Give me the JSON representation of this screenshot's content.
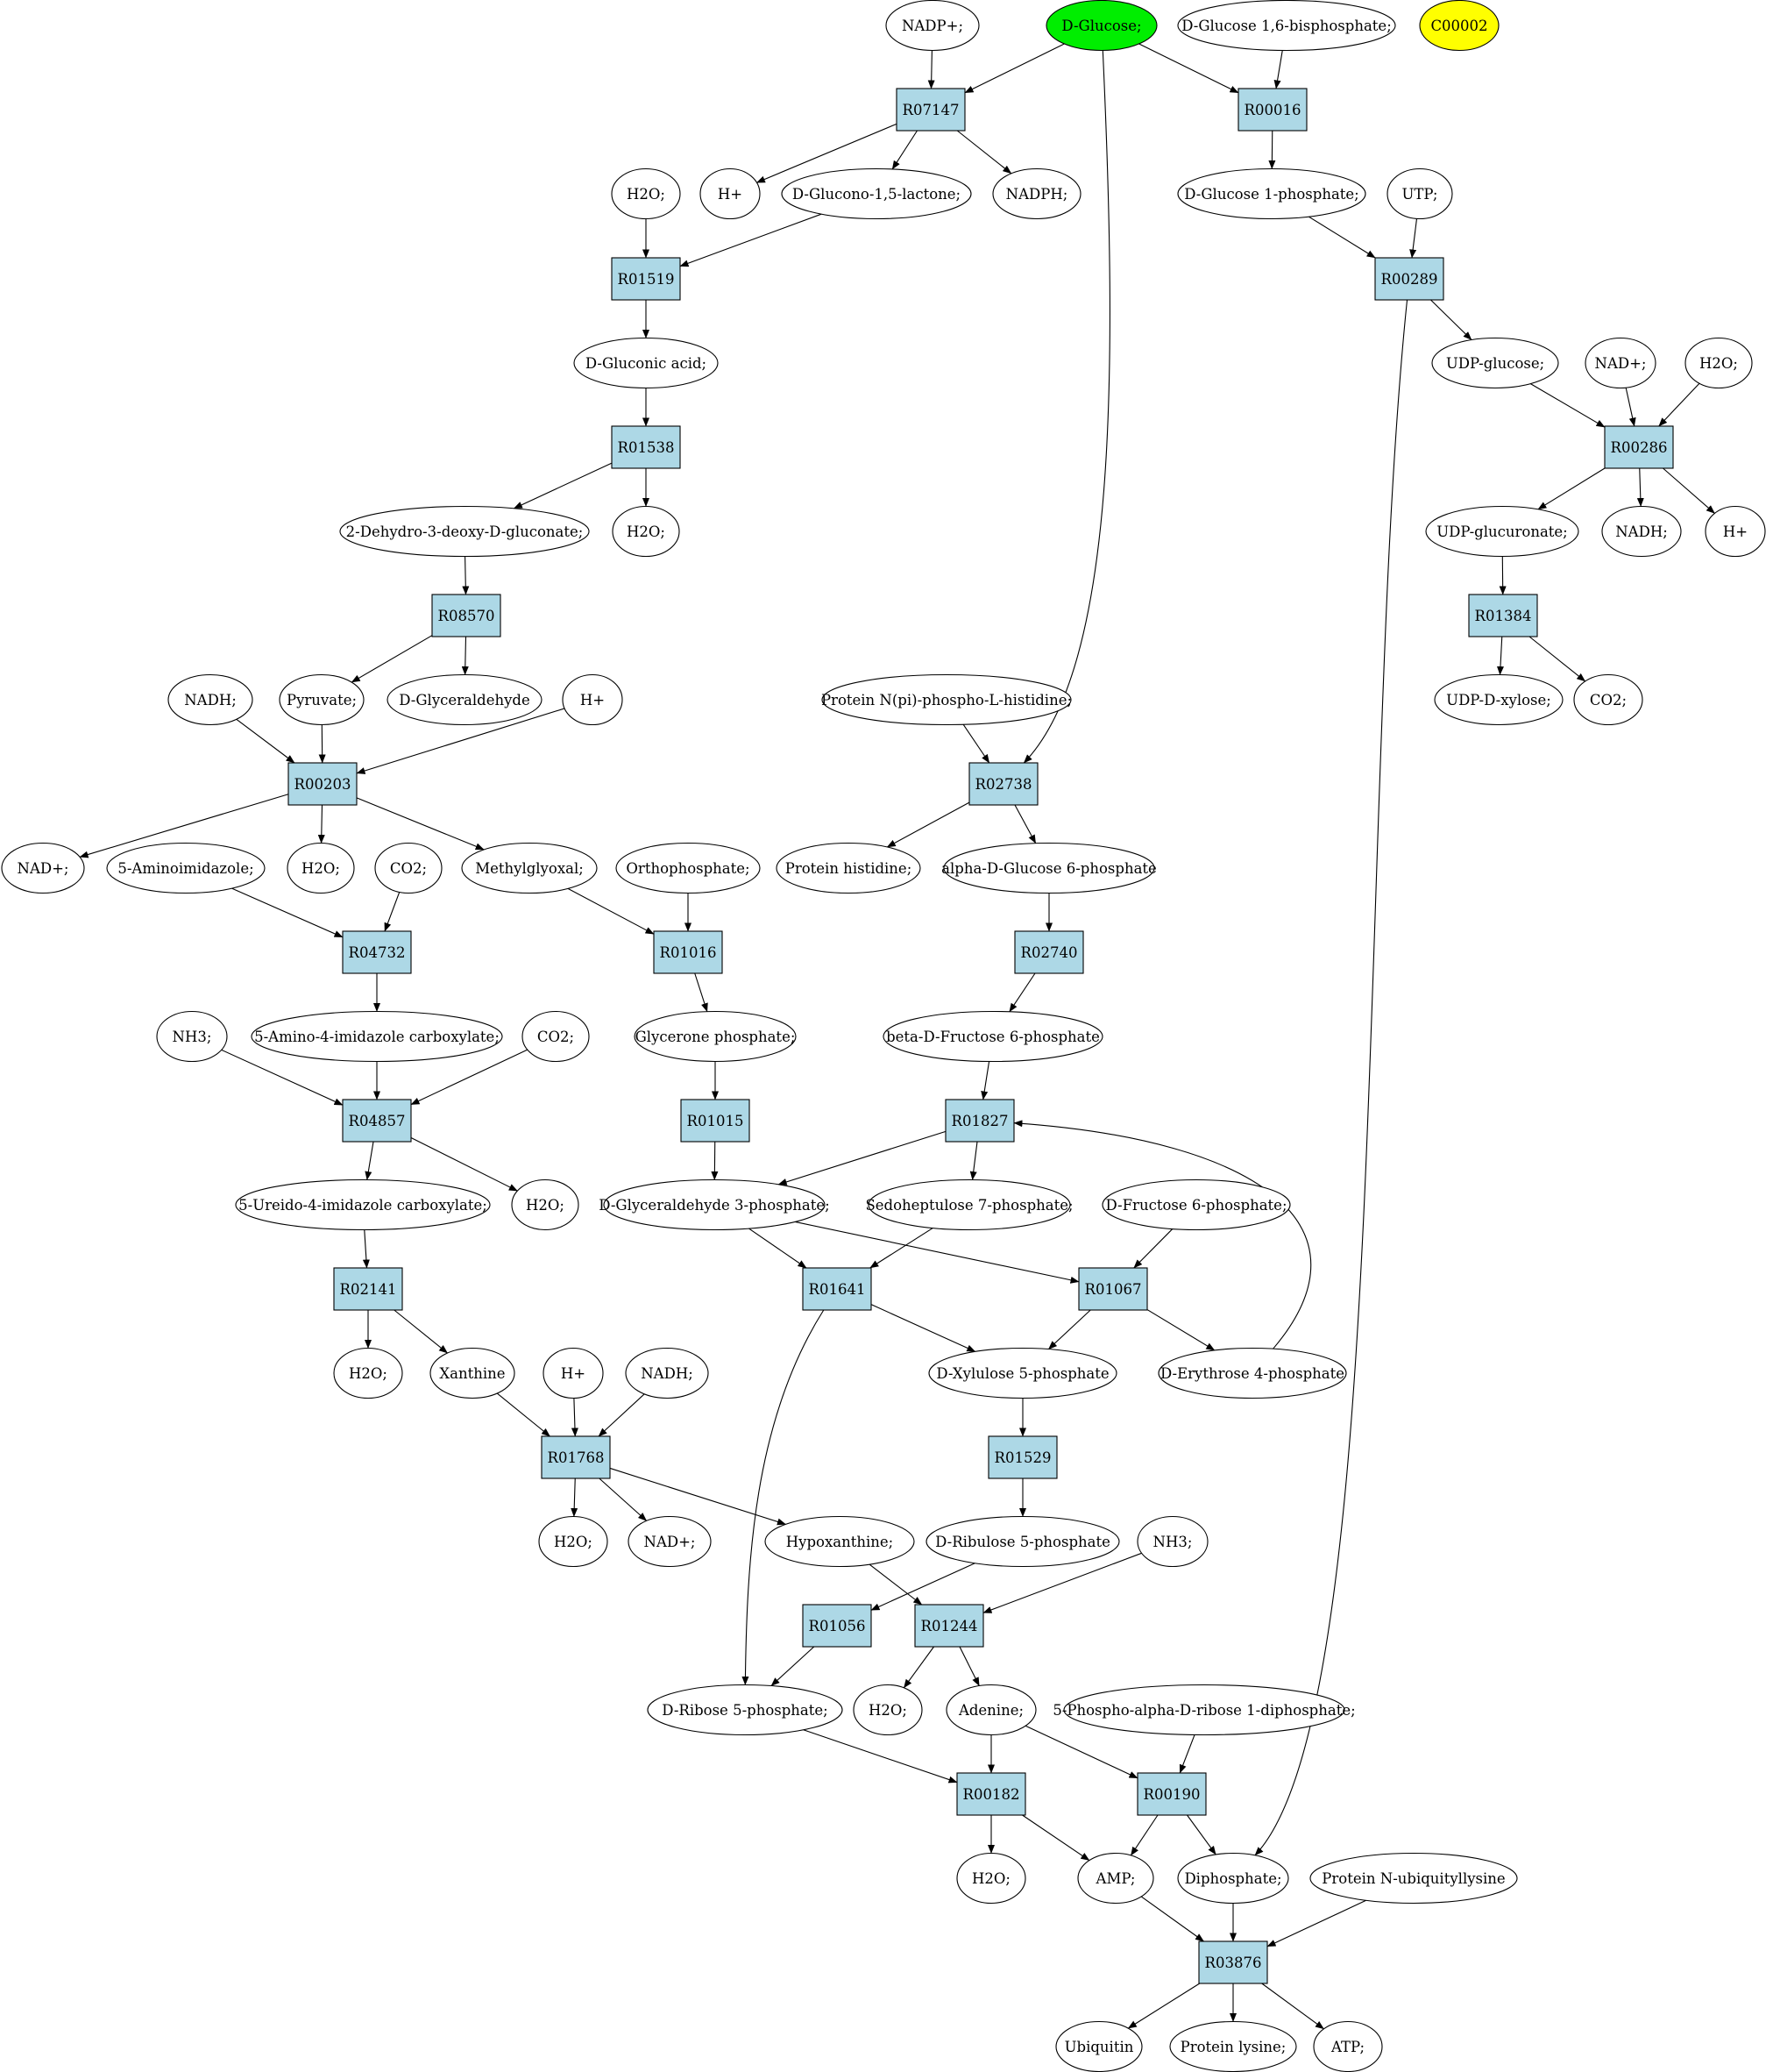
{
  "colors": {
    "reaction_fill": "#add8e6",
    "start_fill": "#00ee00",
    "query_fill": "#ffff00",
    "compound_fill": "#ffffff",
    "stroke": "#000000"
  },
  "reactions": [
    "R07147",
    "R00016",
    "R01519",
    "R00289",
    "R01538",
    "R00286",
    "R08570",
    "R01384",
    "R00203",
    "R02738",
    "R04732",
    "R01016",
    "R02740",
    "R04857",
    "R01015",
    "R01827",
    "R02141",
    "R01641",
    "R01067",
    "R01768",
    "R01529",
    "R01056",
    "R01244",
    "R00182",
    "R00190",
    "R03876"
  ],
  "compounds": {
    "nadp_plus": "NADP+;",
    "d_glucose": "D-Glucose;",
    "glc_16bp": "D-Glucose 1,6-bisphosphate;",
    "c00002": "C00002",
    "h2o_a": "H2O;",
    "h_plus_a": "H+",
    "glucono_lactone": "D-Glucono-1,5-lactone;",
    "nadph": "NADPH;",
    "glc_1p": "D-Glucose 1-phosphate;",
    "utp": "UTP;",
    "gluconic_acid": "D-Gluconic acid;",
    "udp_glucose": "UDP-glucose;",
    "nad_plus_a": "NAD+;",
    "h2o_b": "H2O;",
    "kdg": "2-Dehydro-3-deoxy-D-gluconate;",
    "h2o_c": "H2O;",
    "udp_glucuronate": "UDP-glucuronate;",
    "nadh_a": "NADH;",
    "h_plus_b": "H+",
    "nadh_b": "NADH;",
    "pyruvate": "Pyruvate;",
    "glyceraldehyde": "D-Glyceraldehyde",
    "h_plus_c": "H+",
    "protein_nphospho": "Protein N(pi)-phospho-L-histidine;",
    "udp_xylose": "UDP-D-xylose;",
    "co2_a": "CO2;",
    "nad_plus_b": "NAD+;",
    "aminoimidazole": "5-Aminoimidazole;",
    "h2o_d": "H2O;",
    "co2_b": "CO2;",
    "methylglyoxal": "Methylglyoxal;",
    "orthophosphate": "Orthophosphate;",
    "protein_histidine": "Protein histidine;",
    "aglc6p": "alpha-D-Glucose 6-phosphate",
    "nh3_a": "NH3;",
    "aic": "5-Amino-4-imidazole carboxylate;",
    "co2_c": "CO2;",
    "glycerone_p": "Glycerone phosphate;",
    "bfru6p": "beta-D-Fructose 6-phosphate",
    "ureido": "5-Ureido-4-imidazole carboxylate;",
    "h2o_e": "H2O;",
    "g3p": "D-Glyceraldehyde 3-phosphate;",
    "s7p": "Sedoheptulose 7-phosphate;",
    "fru6p": "D-Fructose 6-phosphate;",
    "h2o_f": "H2O;",
    "xanthine": "Xanthine",
    "h_plus_d": "H+",
    "nadh_c": "NADH;",
    "xu5p": "D-Xylulose 5-phosphate",
    "e4p": "D-Erythrose 4-phosphate",
    "h2o_g": "H2O;",
    "nad_plus_c": "NAD+;",
    "hypoxanthine": "Hypoxanthine;",
    "ru5p": "D-Ribulose 5-phosphate",
    "nh3_b": "NH3;",
    "r5p": "D-Ribose 5-phosphate;",
    "h2o_h": "H2O;",
    "adenine": "Adenine;",
    "prpp": "5-Phospho-alpha-D-ribose 1-diphosphate;",
    "h2o_i": "H2O;",
    "amp": "AMP;",
    "diphosphate": "Diphosphate;",
    "ubiq_lys": "Protein N-ubiquityllysine",
    "ubiquitin": "Ubiquitin",
    "protein_lysine": "Protein lysine;",
    "atp": "ATP;"
  }
}
